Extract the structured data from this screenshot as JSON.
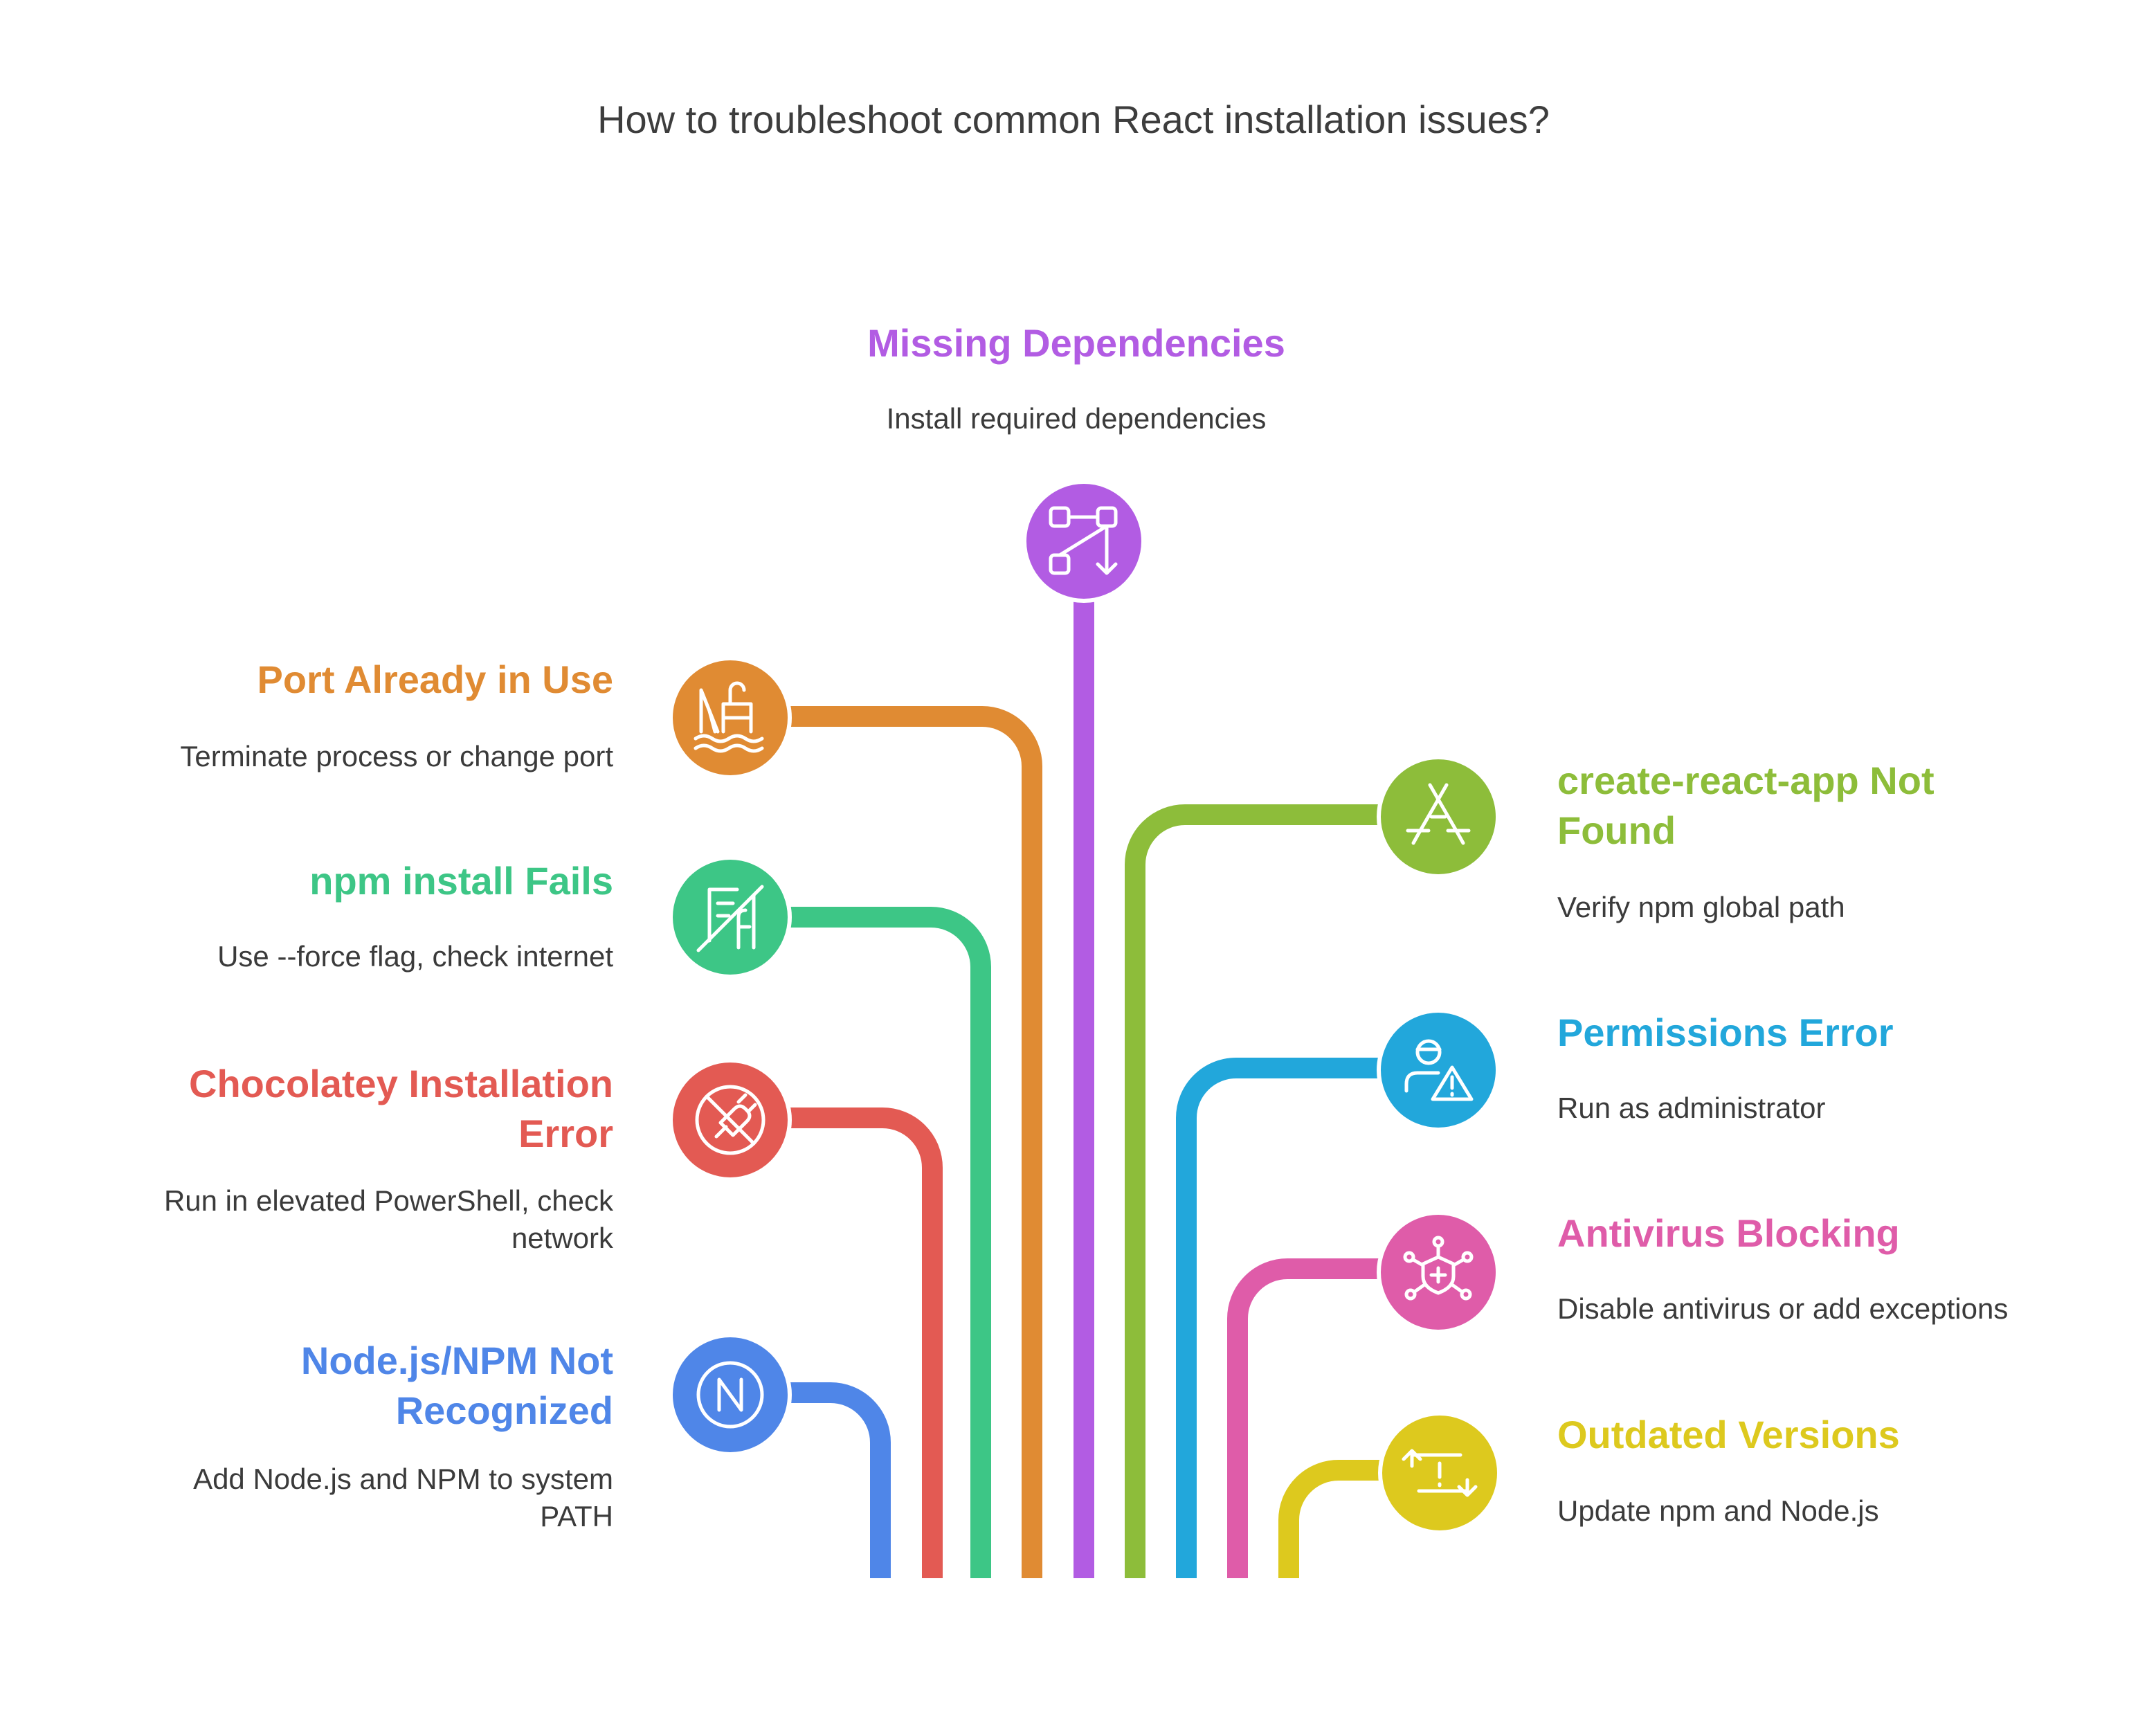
{
  "title": "How to troubleshoot common React installation issues?",
  "colors": {
    "missing": "#B25CE3",
    "port": "#E08B33",
    "npm": "#3DC686",
    "choco": "#E35A53",
    "node": "#4F86E8",
    "cra": "#8DBD3A",
    "perm": "#22A7DB",
    "antivirus": "#DF5CA9",
    "outdated": "#DDC91E"
  },
  "items": {
    "missing": {
      "heading": "Missing Dependencies",
      "description": "Install required dependencies",
      "icon": "branch-merge-icon"
    },
    "port": {
      "heading": "Port Already in Use",
      "description": "Terminate process or change port",
      "icon": "oil-rig-icon"
    },
    "npm": {
      "heading": "npm install Fails",
      "description": "Use --force flag, check internet",
      "icon": "file-crossed-icon"
    },
    "choco": {
      "heading_1": "Chocolatey Installation",
      "heading_2": "Error",
      "description_1": "Run in elevated PowerShell, check",
      "description_2": "network",
      "icon": "plug-blocked-icon"
    },
    "node": {
      "heading_1": "Node.js/NPM Not",
      "heading_2": "Recognized",
      "description_1": "Add Node.js and NPM to system",
      "description_2": "PATH",
      "icon": "node-n-blocked-icon"
    },
    "cra": {
      "heading_1": "create-react-app Not",
      "heading_2": "Found",
      "description": "Verify npm global path",
      "icon": "app-store-icon"
    },
    "perm": {
      "heading": "Permissions Error",
      "description": "Run as administrator",
      "icon": "user-warning-icon"
    },
    "antivirus": {
      "heading": "Antivirus Blocking",
      "description": "Disable antivirus or add exceptions",
      "icon": "shield-virus-icon"
    },
    "outdated": {
      "heading": "Outdated Versions",
      "description": "Update npm and Node.js",
      "icon": "refresh-alert-icon"
    }
  }
}
